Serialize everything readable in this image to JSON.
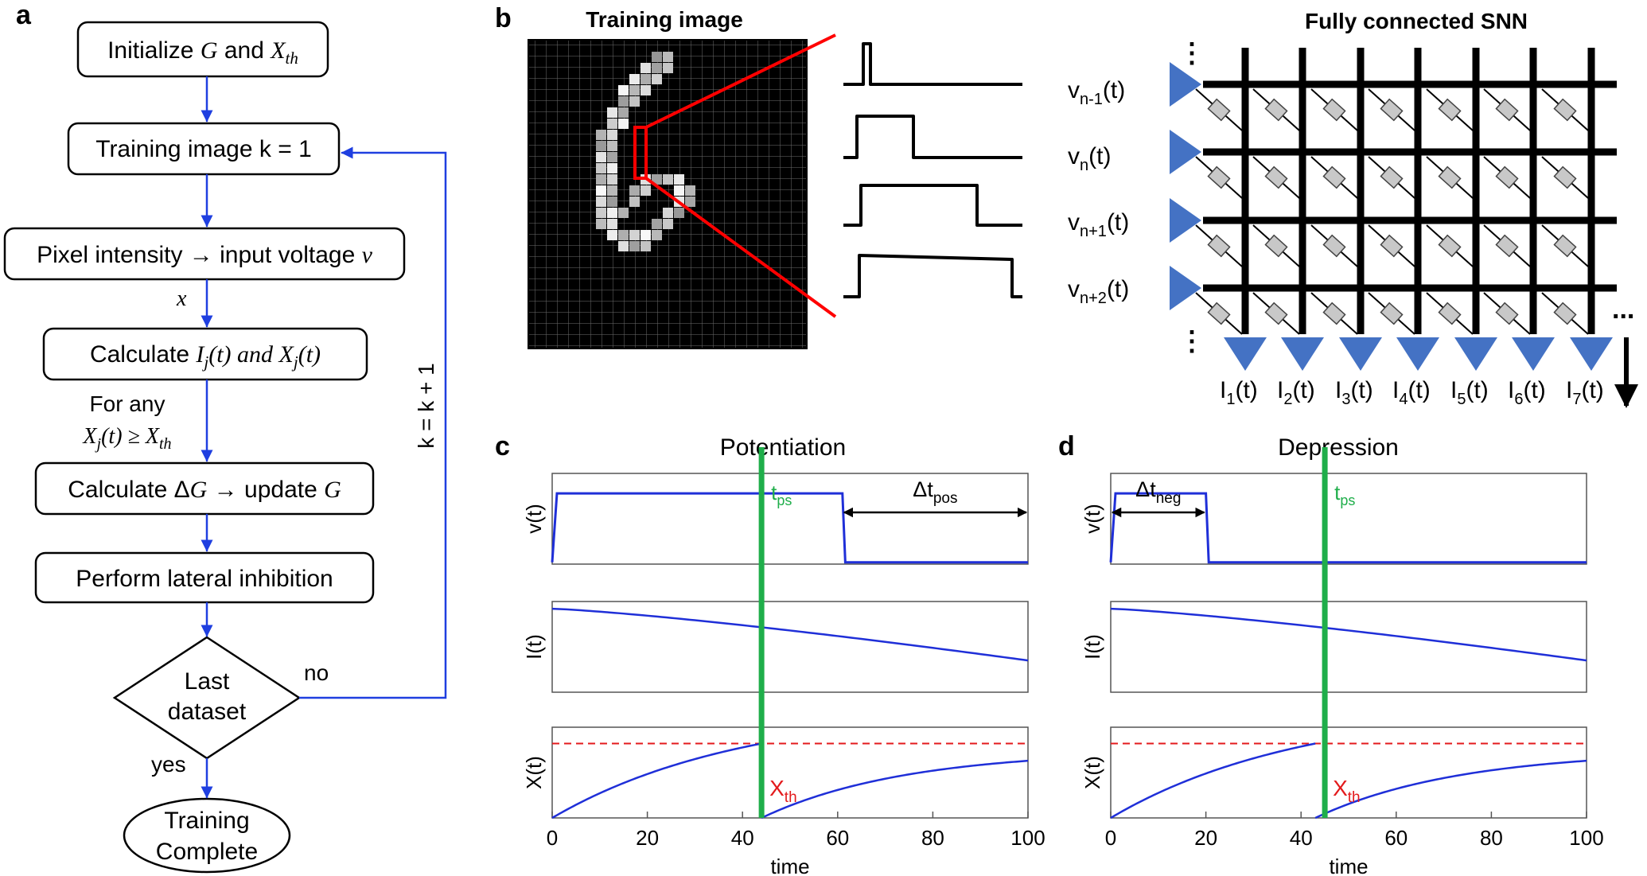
{
  "colors": {
    "flow_arrow": "#1f3fe0",
    "trace": "#1f2fd8",
    "threshold": "#e31a1c",
    "tps_line": "#1fae4a",
    "neuron": "#4472c4",
    "synapse": "#c8c8c8"
  },
  "panel_letters": {
    "a": "a",
    "b": "b",
    "c": "c",
    "d": "d"
  },
  "flowchart": {
    "init": {
      "pre": "Initialize ",
      "G": "G",
      "mid": " and ",
      "X": "X",
      "sub": "th"
    },
    "training_image": "Training image k = 1",
    "pixel": {
      "pre": "Pixel intensity → input voltage ",
      "v": "v"
    },
    "x_label": "x",
    "calc_ix": {
      "pre": "Calculate ",
      "I": "I",
      "j1": "j",
      "t1": "(t) and ",
      "X": "X",
      "j2": "j",
      "t2": "(t)"
    },
    "condition": {
      "line1": "For any",
      "X": "X",
      "j": "j",
      "rest": "(t) ≥ ",
      "X2": "X",
      "sub": "th"
    },
    "calc_dg": {
      "pre": "Calculate Δ",
      "G": "G",
      "mid": " → update ",
      "G2": "G"
    },
    "lateral": "Perform lateral inhibition",
    "decision_line1": "Last",
    "decision_line2": "dataset",
    "no_label": "no",
    "yes_label": "yes",
    "loop_label": "k = k + 1",
    "complete_line1": "Training",
    "complete_line2": "Complete"
  },
  "panel_b": {
    "training_title": "Training image",
    "snn_title": "Fully connected SNN",
    "voltages": [
      {
        "base": "v",
        "sub": "n-1",
        "tail": "(t)"
      },
      {
        "base": "v",
        "sub": "n",
        "tail": "(t)"
      },
      {
        "base": "v",
        "sub": "n+1",
        "tail": "(t)"
      },
      {
        "base": "v",
        "sub": "n+2",
        "tail": "(t)"
      }
    ],
    "currents": [
      {
        "base": "I",
        "sub": "1",
        "tail": "(t)"
      },
      {
        "base": "I",
        "sub": "2",
        "tail": "(t)"
      },
      {
        "base": "I",
        "sub": "3",
        "tail": "(t)"
      },
      {
        "base": "I",
        "sub": "4",
        "tail": "(t)"
      },
      {
        "base": "I",
        "sub": "5",
        "tail": "(t)"
      },
      {
        "base": "I",
        "sub": "6",
        "tail": "(t)"
      },
      {
        "base": "I",
        "sub": "7",
        "tail": "(t)"
      }
    ],
    "vdots": "⋮",
    "hdots": "..."
  },
  "panel_c": {
    "title": "Potentiation",
    "ylabels": [
      "v(t)",
      "I(t)",
      "X(t)"
    ],
    "xlabel": "time",
    "tps": {
      "base": "t",
      "sub": "ps"
    },
    "delta": {
      "base": "Δt",
      "sub": "pos"
    },
    "xth": {
      "base": "X",
      "sub": "th"
    }
  },
  "panel_d": {
    "title": "Depression",
    "ylabels": [
      "v(t)",
      "I(t)",
      "X(t)"
    ],
    "xlabel": "time",
    "tps": {
      "base": "t",
      "sub": "ps"
    },
    "delta": {
      "base": "Δt",
      "sub": "neg"
    },
    "xth": {
      "base": "X",
      "sub": "th"
    }
  },
  "chart_data": [
    {
      "type": "line",
      "title": "Potentiation",
      "xlabel": "time",
      "xlim": [
        0,
        100
      ],
      "xticks": [
        0,
        20,
        40,
        60,
        80,
        100
      ],
      "subplots": [
        {
          "ylabel": "v(t)",
          "pulse_on": 1,
          "pulse_off": 61,
          "level": 0.78
        },
        {
          "ylabel": "I(t)",
          "start": 0.92,
          "end": 0.35
        },
        {
          "ylabel": "X(t)",
          "threshold": 0.82,
          "fire_time": 44,
          "x_end": 0.63
        }
      ],
      "t_ps": 44,
      "delta_t_pos": [
        61,
        100
      ]
    },
    {
      "type": "line",
      "title": "Depression",
      "xlabel": "time",
      "xlim": [
        0,
        100
      ],
      "xticks": [
        0,
        20,
        40,
        60,
        80,
        100
      ],
      "subplots": [
        {
          "ylabel": "v(t)",
          "pulse_on": 1,
          "pulse_off": 20,
          "level": 0.78
        },
        {
          "ylabel": "I(t)",
          "start": 0.92,
          "end": 0.35
        },
        {
          "ylabel": "X(t)",
          "threshold": 0.82,
          "fire_time": 43,
          "x_end": 0.63
        }
      ],
      "t_ps": 45,
      "delta_t_neg": [
        0,
        20
      ]
    }
  ]
}
